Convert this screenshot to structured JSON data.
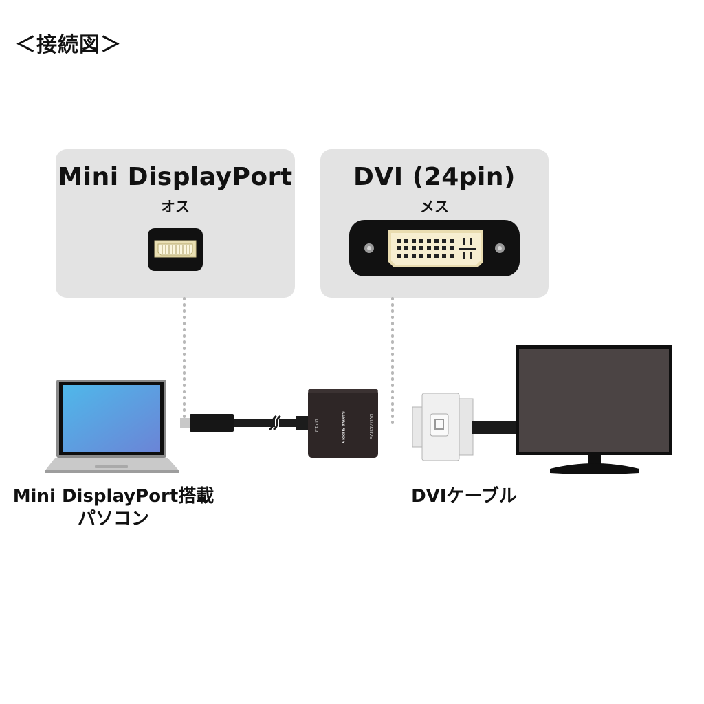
{
  "title": "＜接続図＞",
  "cards": {
    "mdp": {
      "title": "Mini DisplayPort",
      "subtitle": "オス",
      "icon": "mini-displayport-connector-icon"
    },
    "dvi": {
      "title": "DVI (24pin)",
      "subtitle": "メス",
      "icon": "dvi-female-connector-icon"
    }
  },
  "adapter": {
    "brand": "SANWA SUPPLY",
    "port_left": "DP 1.2",
    "port_right": "DVI / ACTIVE"
  },
  "labels": {
    "pc_line1": "Mini DisplayPort搭載",
    "pc_line2": "パソコン",
    "cable": "DVIケーブル"
  },
  "icons": {
    "laptop": "laptop-icon",
    "monitor": "monitor-icon",
    "dvi_plug": "dvi-cable-plug-icon"
  },
  "colors": {
    "card_bg": "#e3e3e3",
    "adapter": "#2e2626",
    "monitor_screen": "#4b4444",
    "laptop_screen_start": "#4fb8ea",
    "laptop_screen_end": "#6b84d6",
    "dotted_line": "#b8b8b8"
  }
}
